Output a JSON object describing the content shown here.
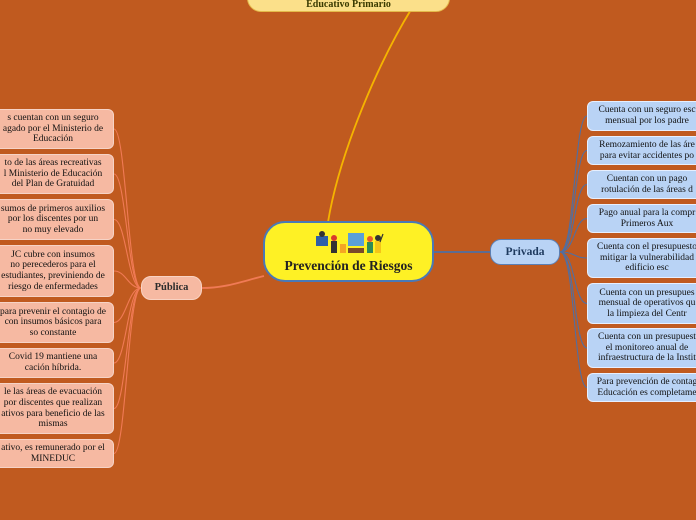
{
  "central": {
    "title": "Prevención de Riesgos",
    "image": "school-people-illustration"
  },
  "top_node": {
    "label": "Educativo Primario"
  },
  "branches": {
    "publica": {
      "label": "Pública",
      "items": [
        "s cuentan con un seguro\nagado por el Ministerio de\nEducación",
        "to de las áreas recreativas\nl Ministerio de Educación\ndel Plan de Gratuidad",
        "sumos de primeros auxilios\npor los discentes por un\nno muy elevado",
        "JC cubre con insumos\nno perecederos para el\nestudiantes, previniendo de\nriesgo de enfermedades",
        "para prevenir el contagio de\ncon insumos básicos para\nso constante",
        "Covid 19 mantiene una\ncación híbrida.",
        "le las áreas de evacuación\npor discentes que realizan\nativos para beneficio de las\nmismas",
        "ativo, es remunerado por el\nMINEDUC"
      ]
    },
    "privada": {
      "label": "Privada",
      "items": [
        "Cuenta con un seguro esc\nmensual por los padre",
        "Remozamiento de las áre\npara evitar accidentes po",
        "Cuentan con un pago\nrotulación de las áreas d",
        "Pago anual para la compr\nPrimeros Aux",
        "Cuenta con el presupuesto\nmitigar la vulnerabilidad\nedificio esc",
        "Cuenta con un presupues\nmensual de operativos qu\nla limpieza del Centr",
        "Cuenta con un presupuest\nel monitoreo anual de\ninfraestructura de la Instit",
        "Para prevención de contag\nEducación es completame"
      ]
    }
  },
  "colors": {
    "background": "#c05a1f",
    "publica_fill": "#f6b9a2",
    "privada_fill": "#b9d3f5",
    "central_fill": "#fef125",
    "central_border": "#4a79b6",
    "top_fill": "#fbe08a",
    "link_publica": "#f07a55",
    "link_privada": "#4f6fa3",
    "link_top": "#f5b400"
  }
}
